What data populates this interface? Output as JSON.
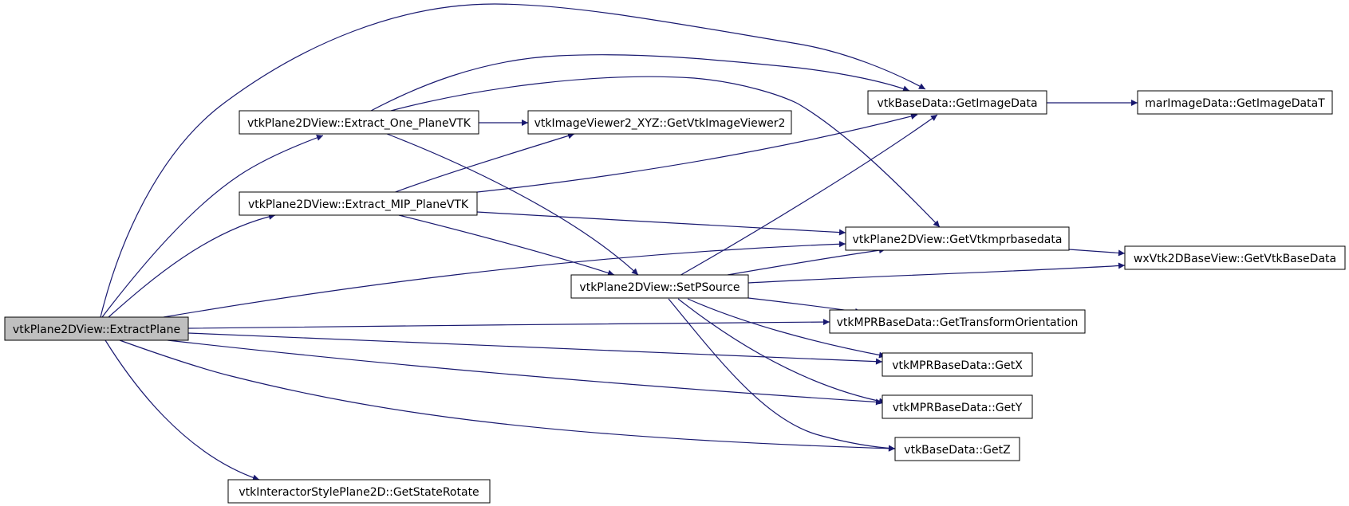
{
  "colors": {
    "edge": "#191970",
    "node_border": "#000000",
    "node_fill": "#ffffff",
    "root_fill": "#bfbfbf",
    "background": "#ffffff"
  },
  "nodes": {
    "extract_plane": "vtkPlane2DView::ExtractPlane",
    "extract_one_plane_vtk": "vtkPlane2DView::Extract_One_PlaneVTK",
    "extract_mip_plane_vtk": "vtkPlane2DView::Extract_MIP_PlaneVTK",
    "get_state_rotate": "vtkInteractorStylePlane2D::GetStateRotate",
    "get_vtk_image_viewer2": "vtkImageViewer2_XYZ::GetVtkImageViewer2",
    "set_p_source": "vtkPlane2DView::SetPSource",
    "get_image_data": "vtkBaseData::GetImageData",
    "get_image_data_t": "marImageData::GetImageDataT",
    "get_vtkmprbasedata": "vtkPlane2DView::GetVtkmprbasedata",
    "get_vtk_base_data": "wxVtk2DBaseView::GetVtkBaseData",
    "get_transform_orientation": "vtkMPRBaseData::GetTransformOrientation",
    "get_x": "vtkMPRBaseData::GetX",
    "get_y": "vtkMPRBaseData::GetY",
    "get_z": "vtkBaseData::GetZ"
  }
}
